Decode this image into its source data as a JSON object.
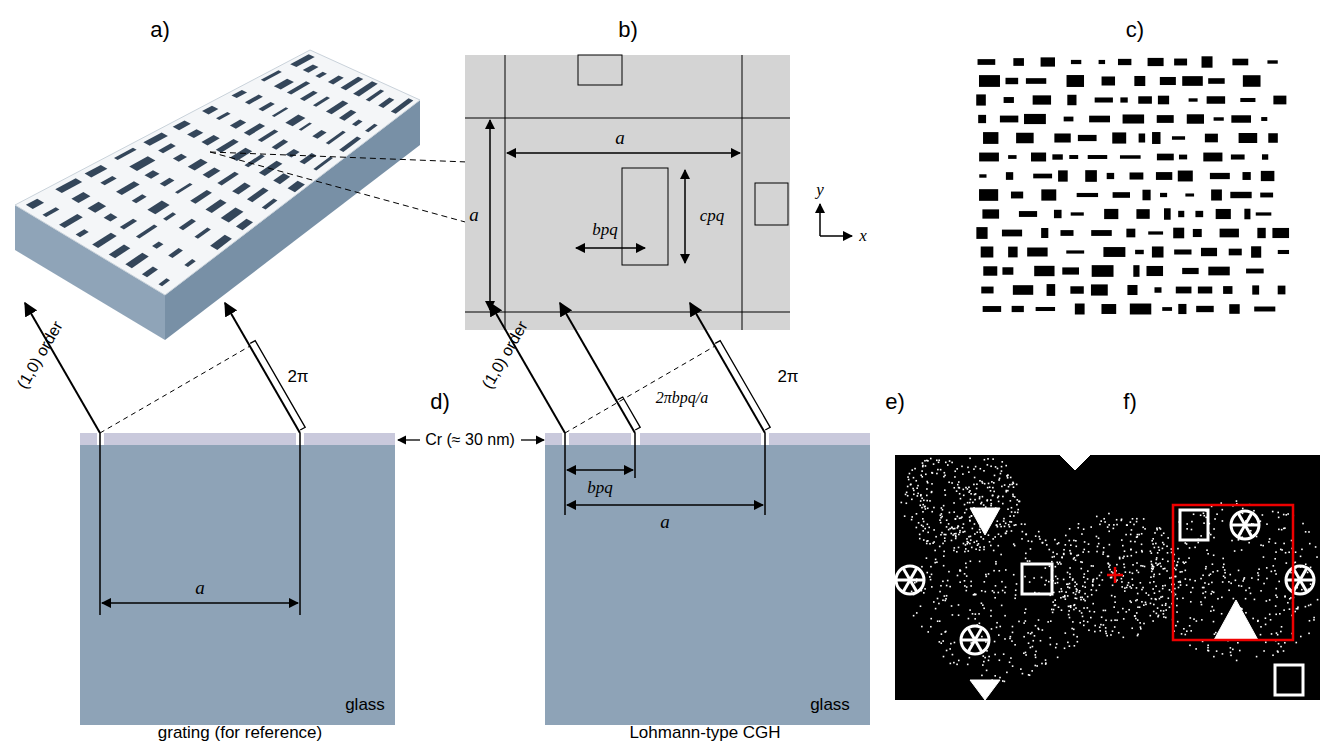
{
  "diagram": {
    "labels": [
      "a)",
      "b)",
      "c)",
      "a",
      "a",
      "bpq",
      "cpq",
      "y",
      "x",
      "d)",
      "e)",
      "f)",
      "(1,0) order",
      "2π",
      "a",
      "glass",
      "grating (for reference)",
      "Cr (≈ 30 nm)",
      "(1,0) order",
      "2πbpq/a",
      "bpq",
      "2π",
      "a",
      "glass",
      "Lohmann-type CGH"
    ]
  }
}
